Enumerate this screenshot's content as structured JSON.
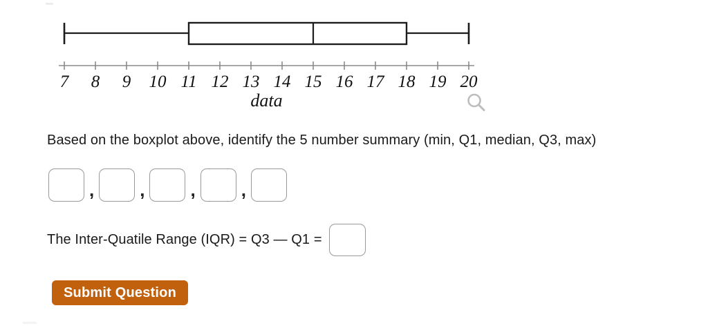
{
  "chart_data": {
    "type": "boxplot",
    "title": "",
    "xlabel": "data",
    "min": 7,
    "q1": 11,
    "median": 15,
    "q3": 18,
    "max": 20,
    "axis_min": 7,
    "axis_max": 20,
    "ticks": [
      7,
      8,
      9,
      10,
      11,
      12,
      13,
      14,
      15,
      16,
      17,
      18,
      19,
      20
    ],
    "grid": false
  },
  "question": {
    "prompt": "Based on the boxplot above, identify the 5 number summary (min, Q1, median, Q3, max)",
    "separator": ",",
    "answers": {
      "min": "",
      "q1": "",
      "median": "",
      "q3": "",
      "max": ""
    },
    "iqr_label": "The Inter-Quatile Range (IQR) = Q3 — Q1 =",
    "iqr_value": ""
  },
  "buttons": {
    "submit": "Submit Question"
  },
  "icons": {
    "magnifier": "magnifier-zoom-icon"
  },
  "colors": {
    "button_bg": "#c2610d",
    "button_text": "#ffffff",
    "plot_stroke": "#1c1c1c",
    "axis_stroke": "#8a8a8a",
    "tick_label": "#111111",
    "input_border": "#999999",
    "icon": "#bdbdbd"
  }
}
